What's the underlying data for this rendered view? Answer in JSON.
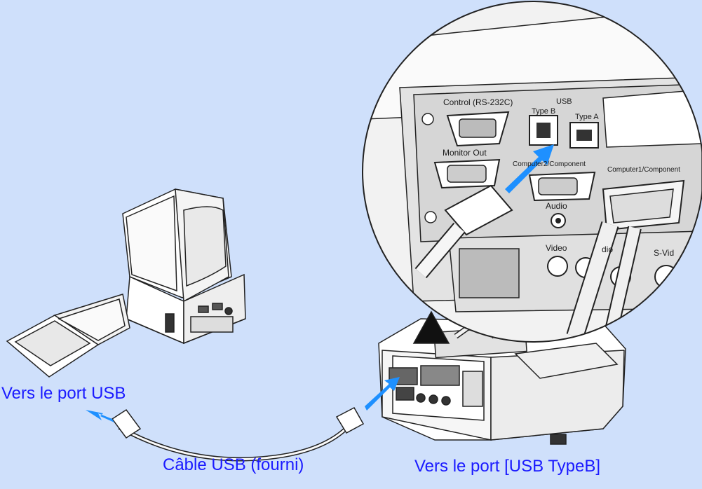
{
  "captions": {
    "usb_port": "Vers le port USB",
    "cable": "Câble USB (fourni)",
    "usb_typeb_port": "Vers le port [USB TypeB]"
  },
  "port_labels": {
    "control": "Control (RS-232C)",
    "usb": "USB",
    "type_b": "Type B",
    "type_a": "Type A",
    "monitor_out": "Monitor Out",
    "computer2": "Computer2/Component",
    "computer1": "Computer1/Component",
    "audio": "Audio",
    "video": "Video",
    "audio2": "dio",
    "s_video": "S-Vid"
  },
  "colors": {
    "background": "#cfe0fb",
    "caption": "#1a1aff",
    "arrow": "#1e90ff"
  }
}
